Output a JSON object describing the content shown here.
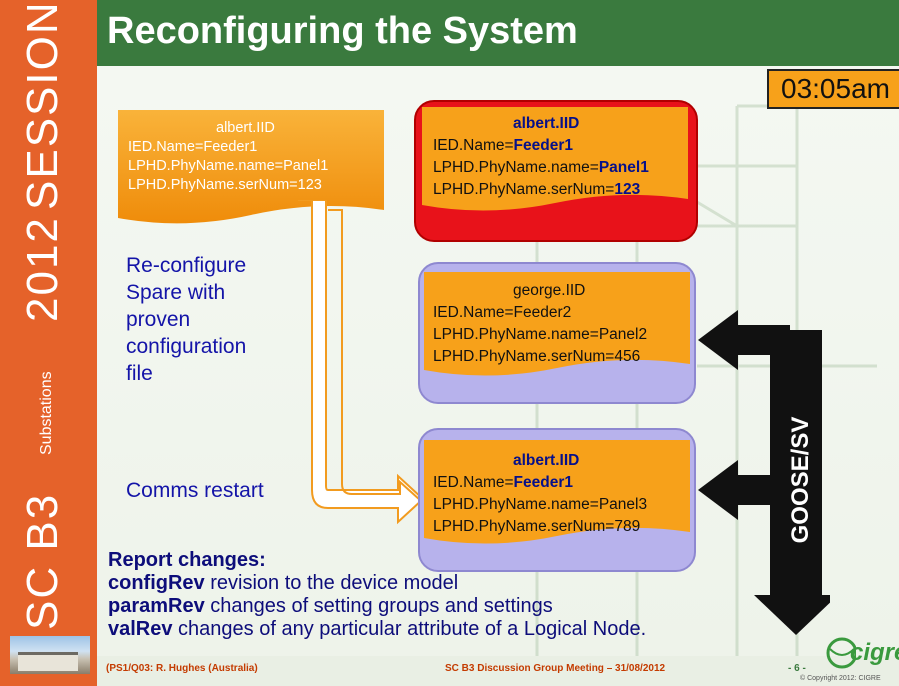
{
  "sidebar": {
    "session": "SESSION",
    "year": "2012",
    "substations": "Substations",
    "sc": "SC B3"
  },
  "header": {
    "title": "Reconfiguring the System"
  },
  "clock": "03:05am",
  "source_doc": {
    "filename": "albert.IID",
    "lines": [
      "IED.Name=Feeder1",
      "LPHD.PhyName.name=Panel1",
      "LPHD.PhyName.serNum=123"
    ]
  },
  "card_red": {
    "filename": "albert.IID",
    "l1_prefix": "IED.Name=",
    "l1_value": "Feeder1",
    "l2_prefix": "LPHD.PhyName.name=",
    "l2_value": "Panel1",
    "l3_prefix": "LPHD.PhyName.serNum=",
    "l3_value": "123"
  },
  "card_george": {
    "filename": "george.IID",
    "lines": [
      "IED.Name=Feeder2",
      "LPHD.PhyName.name=Panel2",
      "LPHD.PhyName.serNum=456"
    ]
  },
  "card_albert2": {
    "filename": "albert.IID",
    "l1_prefix": "IED.Name=",
    "l1_value": "Feeder1",
    "l2": "LPHD.PhyName.name=Panel3",
    "l3": "LPHD.PhyName.serNum=789"
  },
  "reconfigure_text": [
    "Re-configure",
    "Spare with",
    "proven",
    "configuration",
    "file"
  ],
  "comms_text": "Comms restart",
  "goose_label": "GOOSE/SV",
  "report": {
    "heading": "Report changes:",
    "items": [
      {
        "kw": "configRev",
        "text": " revision to the device model"
      },
      {
        "kw": "paramRev",
        "text": " changes of setting groups and settings"
      },
      {
        "kw": "valRev",
        "text": " changes of any particular attribute of a Logical Node."
      }
    ]
  },
  "footer": {
    "left": "(PS1/Q03: R. Hughes (Australia)",
    "center": "SC B3 Discussion Group Meeting  –  31/08/2012",
    "page": "- 6 -",
    "copyright": "© Copyright 2012: CIGRE",
    "logo": "cigré"
  },
  "colors": {
    "sidebar": "#e5622a",
    "header": "#3a7a3e",
    "doc": "#f7a11a",
    "red": "#e8121a",
    "blue": "#b7b2ec"
  }
}
